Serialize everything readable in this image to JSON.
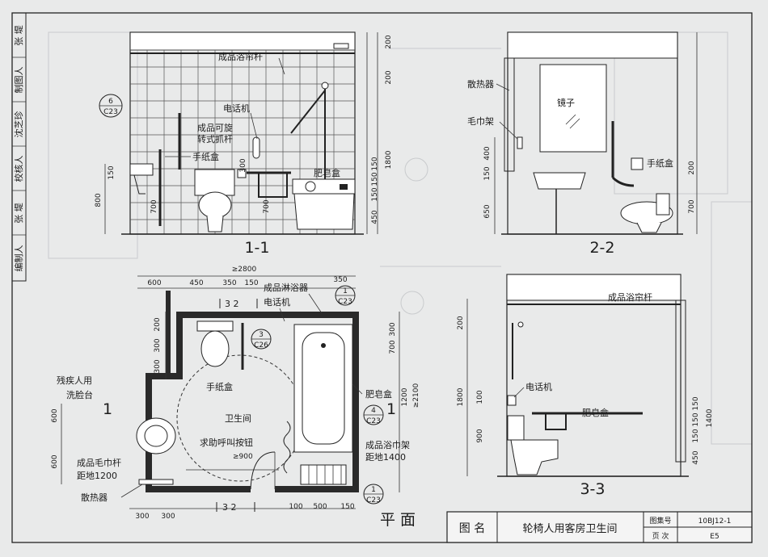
{
  "sidebar": {
    "cells": [
      "张 堤",
      "制图人",
      "沈芝珍",
      "校核人",
      "张 堤",
      "编制人"
    ]
  },
  "section_1_1": {
    "title": "1-1",
    "labels": {
      "curtain_rod": "成品浴帘杆",
      "phone": "电话机",
      "rotating_bar": "成品可旋",
      "rotating_bar2": "转式抓杆",
      "tissue_box": "手纸盒",
      "soap_box": "肥皂盒",
      "detail_ref_num": "6",
      "detail_ref_page": "C23"
    },
    "dims": [
      "200",
      "200",
      "150",
      "1800",
      "150",
      "150",
      "450",
      "150",
      "800",
      "700",
      "300",
      "700"
    ]
  },
  "section_2_2": {
    "title": "2-2",
    "labels": {
      "radiator": "散热器",
      "mirror": "镜子",
      "towel_rack": "毛巾架",
      "tissue_box": "手纸盒"
    },
    "dims": [
      "400",
      "150",
      "650",
      "200",
      "700"
    ]
  },
  "section_3_3": {
    "title": "3-3",
    "labels": {
      "curtain_rod": "成品浴帘杆",
      "phone": "电话机",
      "soap_box": "肥皂盒"
    },
    "dims": [
      "200",
      "1800",
      "100",
      "900",
      "150",
      "1400",
      "150",
      "150",
      "450"
    ]
  },
  "plan": {
    "title": "平 面",
    "labels": {
      "shower": "成品淋浴器",
      "phone": "电话机",
      "tissue_box": "手纸盒",
      "washbasin": "残疾人用",
      "washbasin2": "洗脸台",
      "toilet_room": "卫生间",
      "call_button": "求助呼叫按钮",
      "soap_box": "肥皂盒",
      "bath_towel_rack": "成品浴巾架",
      "bath_towel_height": "距地1400",
      "towel_bar": "成品毛巾杆",
      "towel_bar_height": "距地1200",
      "radiator": "散热器",
      "turn_dia": "≥900",
      "width_total": "≥2800",
      "depth_total": "≥2100",
      "cut_32_top": "3 2",
      "cut_32_bottom": "3 2",
      "cut_1": "1"
    },
    "refs": [
      {
        "num": "1",
        "page": "C23"
      },
      {
        "num": "3",
        "page": "C26"
      },
      {
        "num": "4",
        "page": "C23"
      },
      {
        "num": "1",
        "page": "C23"
      }
    ],
    "dims_top": [
      "600",
      "450",
      "350",
      "150",
      "350"
    ],
    "dims_left": [
      "200",
      "300",
      "300",
      "600",
      "600"
    ],
    "dims_right": [
      "300",
      "700",
      "1200"
    ],
    "dims_bottom": [
      "300",
      "300",
      "100",
      "500",
      "150"
    ]
  },
  "titleblock": {
    "label_name": "图 名",
    "name": "轮椅人用客房卫生间",
    "label_atlas": "图集号",
    "atlas": "10BJ12-1",
    "label_page": "页 次",
    "page": "E5"
  }
}
